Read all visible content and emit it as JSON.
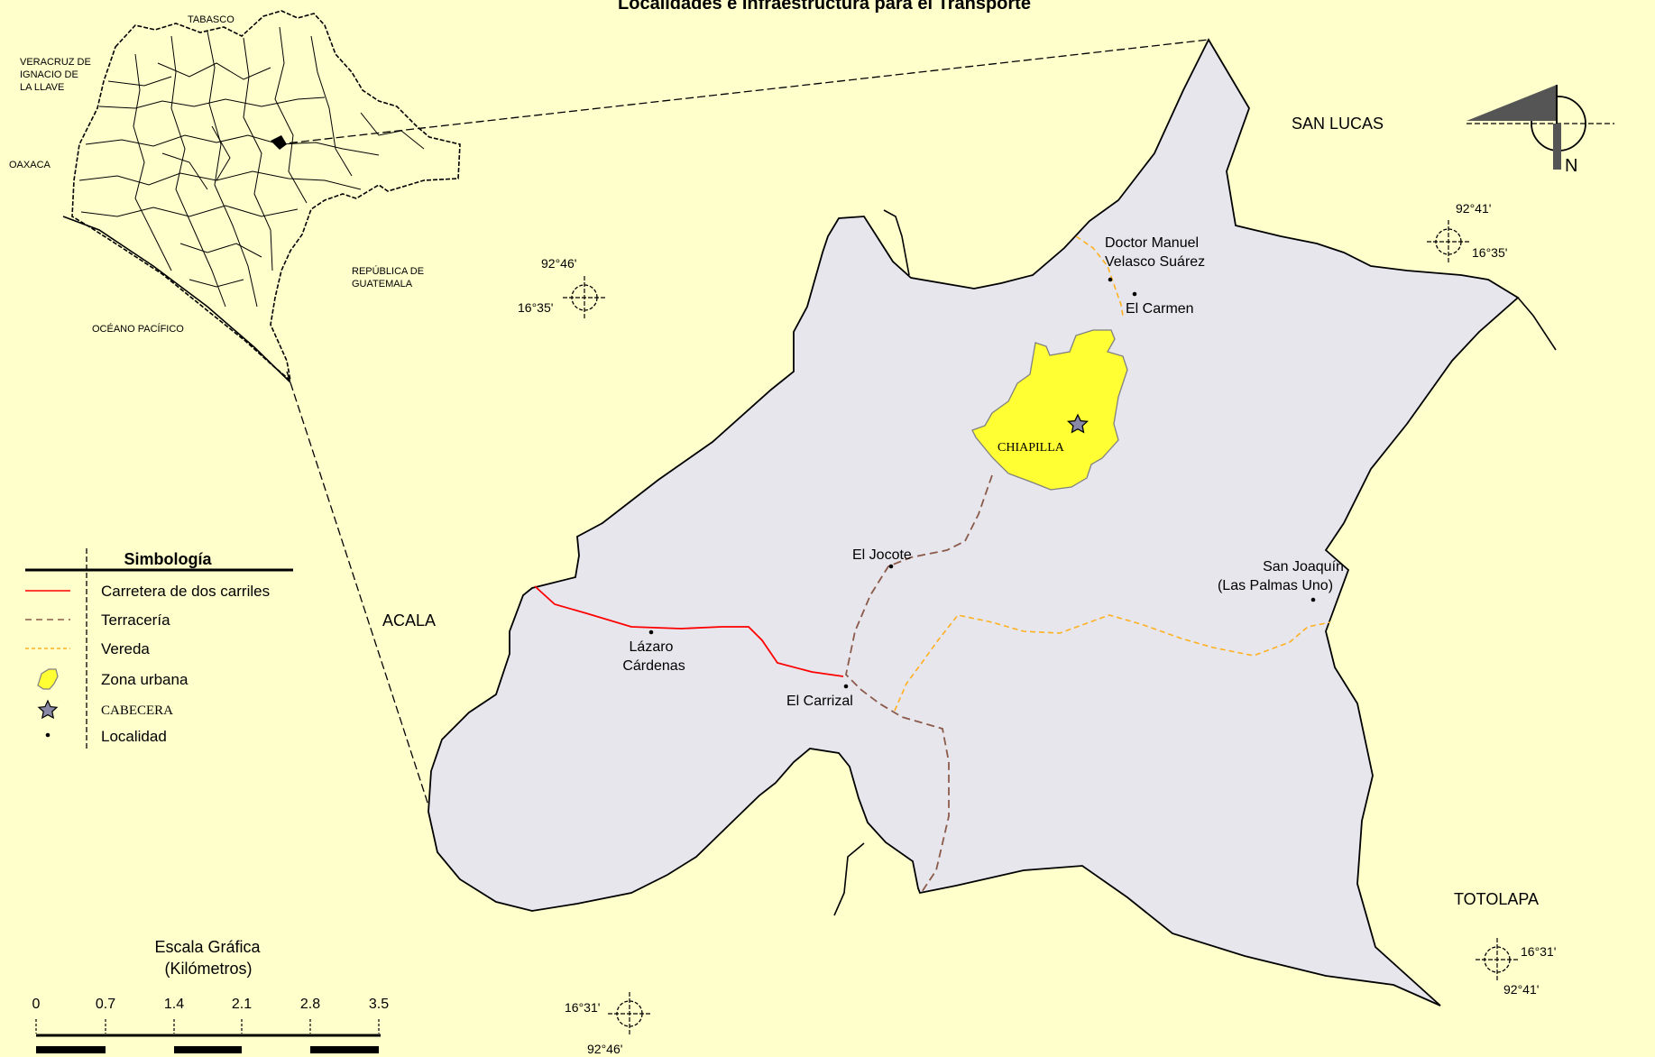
{
  "title": "Localidades e Infraestructura para el Transporte",
  "inset": {
    "neighbors": {
      "tabasco": "TABASCO",
      "veracruz_1": "VERACRUZ DE",
      "veracruz_2": "IGNACIO DE",
      "veracruz_3": "LA LLAVE",
      "oaxaca": "OAXACA",
      "guatemala_1": "REPÚBLICA DE",
      "guatemala_2": "GUATEMALA",
      "oceano": "OCÉANO PACÍFICO"
    }
  },
  "municipality": {
    "cabecera_label": "CHIAPILLA",
    "neighbors": {
      "north_east": "SAN LUCAS",
      "west": "ACALA",
      "south_east": "TOTOLAPA"
    },
    "localities": {
      "doctor_1": "Doctor Manuel",
      "doctor_2": "Velasco Suárez",
      "el_carmen": "El Carmen",
      "el_jocote": "El Jocote",
      "san_joaquin_1": "San Joaquín",
      "san_joaquin_2": "(Las Palmas Uno)",
      "lazaro_1": "Lázaro",
      "lazaro_2": "Cárdenas",
      "el_carrizal": "El Carrizal"
    },
    "colors": {
      "area_fill": "#e6e6ec",
      "urban_fill": "#ffff33",
      "highway": "#ff0000",
      "dirt_road": "#8b5a4a",
      "path": "#ffb020"
    }
  },
  "coordinates": {
    "nw_lon": "92°46'",
    "nw_lat": "16°35'",
    "ne_lon": "92°41'",
    "ne_lat": "16°35'",
    "sw_lat": "16°31'",
    "sw_lon": "92°46'",
    "se_lat": "16°31'",
    "se_lon": "92°41'"
  },
  "north_arrow": {
    "label": "N"
  },
  "legend": {
    "title": "Simbología",
    "items": {
      "highway": "Carretera de dos carriles",
      "dirt_road": "Terracería",
      "path": "Vereda",
      "urban": "Zona urbana",
      "cabecera": "CABECERA",
      "locality": "Localidad"
    }
  },
  "scale": {
    "title": "Escala Gráfica",
    "unit": "(Kilómetros)",
    "ticks": [
      "0",
      "0.7",
      "1.4",
      "2.1",
      "2.8",
      "3.5"
    ]
  }
}
